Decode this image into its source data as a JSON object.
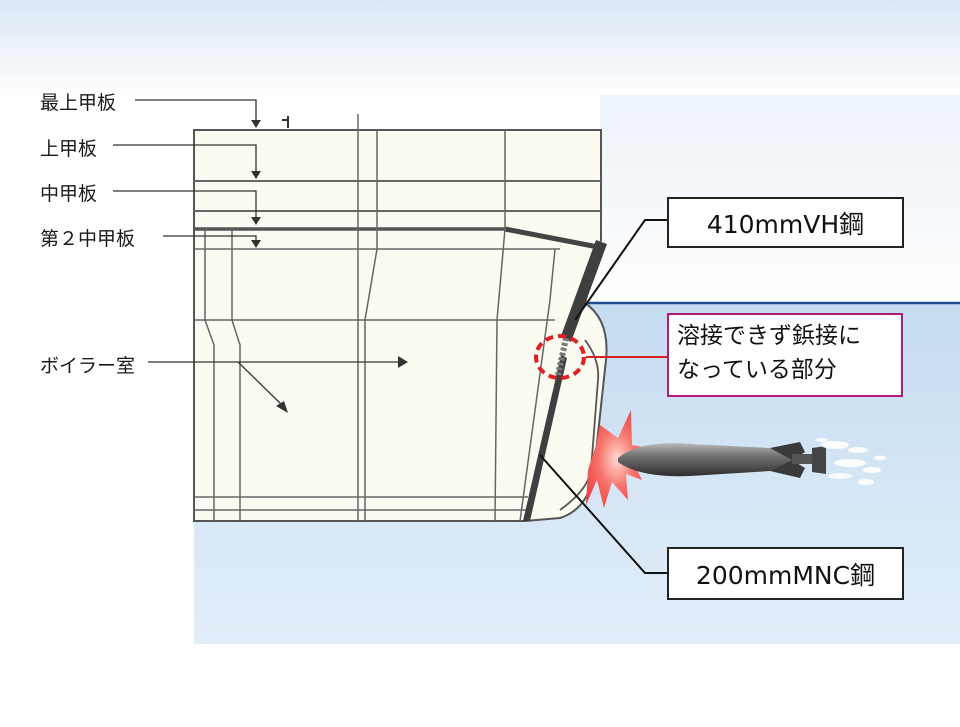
{
  "deck_labels": {
    "top_deck": "最上甲板",
    "upper_deck": "上甲板",
    "middle_deck": "中甲板",
    "second_middle_deck": "第２中甲板",
    "boiler_room": "ボイラー室"
  },
  "callouts": {
    "vh_steel": "410mmVH鋼",
    "rivet_line1": "溶接できず鋲接に",
    "rivet_line2": "なっている部分",
    "mnc_steel": "200mmMNC鋼"
  },
  "colors": {
    "sky": "#dde9f6",
    "sea": "#d4e6f5",
    "waterline": "#1f4f8e",
    "hull_fill": "#fcfbf2",
    "armor": "#3f3f3f",
    "highlight_circle": "#e02020",
    "callout_magenta": "#b01b7c",
    "explosion": "#f24a4a"
  }
}
